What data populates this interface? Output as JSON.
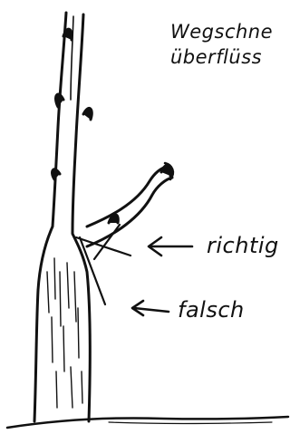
{
  "heading": {
    "line1": "Wegschne",
    "line2": "überflüss"
  },
  "labels": {
    "correct": "richtig",
    "wrong": "falsch"
  },
  "colors": {
    "ink": "#111111",
    "background": "#ffffff"
  },
  "icons": {
    "correct_pointer": "left-arrow-icon",
    "wrong_pointer": "left-arrow-icon",
    "correct_cut_mark": "cross-mark-icon"
  }
}
